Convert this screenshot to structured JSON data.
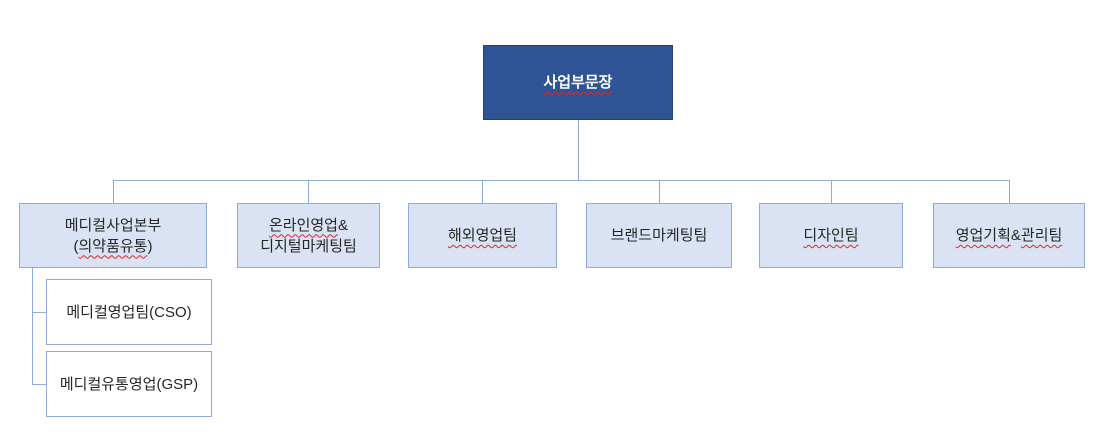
{
  "colors": {
    "canvas_bg": "#ffffff",
    "root_fill": "#2f5496",
    "root_border": "#24437c",
    "root_text": "#ffffff",
    "dept_fill": "#dae3f3",
    "dept_border": "#8faadc",
    "child_fill": "#ffffff",
    "child_border": "#8faadc",
    "connector": "#8faadc",
    "text": "#262626",
    "squiggle": "#e5261f"
  },
  "org": {
    "root": {
      "label": "사업부문장",
      "segments": [
        {
          "text": "사업부문장",
          "squiggle": true
        }
      ]
    },
    "departments": [
      {
        "label": "메디컬사업본부 (의약품유통)",
        "line1": [
          {
            "text": "메디컬사업본부",
            "squiggle": false
          }
        ],
        "line2": [
          {
            "text": "(",
            "squiggle": false
          },
          {
            "text": "의약품유통",
            "squiggle": true
          },
          {
            "text": ")",
            "squiggle": false
          }
        ]
      },
      {
        "label": "온라인영업& 디지털마케팅팀",
        "line1": [
          {
            "text": "온라인영업",
            "squiggle": true
          },
          {
            "text": "&",
            "squiggle": false
          }
        ],
        "line2": [
          {
            "text": "디지털마케팅팀",
            "squiggle": false
          }
        ]
      },
      {
        "label": "해외영업팀",
        "line1": [
          {
            "text": "해외영업팀",
            "squiggle": true
          }
        ],
        "line2": []
      },
      {
        "label": "브랜드마케팅팀",
        "line1": [
          {
            "text": "브랜드마케팅팀",
            "squiggle": false
          }
        ],
        "line2": []
      },
      {
        "label": "디자인팀",
        "line1": [
          {
            "text": "디자인팀",
            "squiggle": true
          }
        ],
        "line2": []
      },
      {
        "label": "영업기획&관리팀",
        "line1": [
          {
            "text": "영업기획",
            "squiggle": true
          },
          {
            "text": "&",
            "squiggle": false
          },
          {
            "text": "관리팀",
            "squiggle": true
          }
        ],
        "line2": []
      }
    ],
    "children": [
      {
        "label": "메디컬영업팀(CSO)",
        "segments": [
          {
            "text": "메디컬영업팀(CSO)",
            "squiggle": false
          }
        ]
      },
      {
        "label": "메디컬유통영업(GSP)",
        "segments": [
          {
            "text": "메디컬유통영업(GSP)",
            "squiggle": false
          }
        ]
      }
    ]
  }
}
